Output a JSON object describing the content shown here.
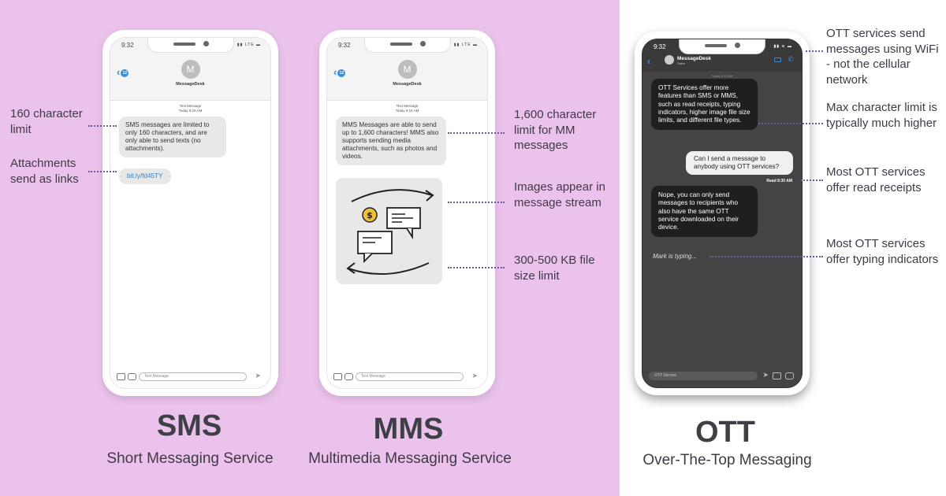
{
  "colors": {
    "purple_bg": "#ebc2ec",
    "white_bg": "#ffffff",
    "ios_blue": "#3b8fd8",
    "link_blue": "#3d7fb9",
    "dot_line": "#6b5aa0",
    "text_dark": "#3f3a45",
    "ott_screen": "#444444",
    "ott_bubble": "#1f1f1f"
  },
  "sms": {
    "title": "SMS",
    "subtitle": "Short Messaging Service",
    "phone": {
      "time": "9:32",
      "signal": "LTE",
      "back_badge": "12",
      "avatar_initial": "M",
      "contact": "MessageDesk",
      "timestamp_line1": "Text Message",
      "timestamp_line2": "Today 9:15 AM",
      "message": "SMS messages are limited to only 160 characters, and are only able to send texts (no attachments).",
      "link": "bit.ly/fd45TY",
      "composer_placeholder": "Text Message"
    },
    "notes": [
      {
        "text": "160 character limit"
      },
      {
        "text": "Attachments send as links"
      }
    ]
  },
  "mms": {
    "title": "MMS",
    "subtitle": "Multimedia Messaging Service",
    "phone": {
      "time": "9:32",
      "signal": "LTE",
      "back_badge": "12",
      "avatar_initial": "M",
      "contact": "MessageDesk",
      "timestamp_line1": "Text Message",
      "timestamp_line2": "Today 9:15 AM",
      "message": "MMS Messages are able to send up to 1,600 characters! MMS also supports sending media attachments, such as photos and videos.",
      "composer_placeholder": "Text Message"
    },
    "notes": [
      {
        "text": "1,600 character limit for MM messages"
      },
      {
        "text": "Images appear in message stream"
      },
      {
        "text": "300-500 KB file size limit"
      }
    ]
  },
  "ott": {
    "title": "OTT",
    "subtitle": "Over-The-Top Messaging",
    "phone": {
      "time": "9:32",
      "contact": "MessageDesk",
      "contact_status": "Online",
      "timestamp": "Today 9:15 AM",
      "message_1": "OTT Services offer more features than SMS or MMS, such as read receipts, typing indicators, higher image file size limits, and different file types.",
      "message_2": "Can I send a message to anybody using OTT services?",
      "read_receipt": "Read  9:30 AM",
      "message_3": "Nope, you can only send messages to recipients who also have the same OTT service downloaded on their device.",
      "typing": "Mark is typing...",
      "composer_placeholder": "OTT Service"
    },
    "notes": [
      {
        "text": "OTT services send messages using WiFi - not the cellular network"
      },
      {
        "text": "Max character limit is typically much higher"
      },
      {
        "text": "Most OTT services offer read receipts"
      },
      {
        "text": "Most OTT services offer typing indicators"
      }
    ]
  }
}
